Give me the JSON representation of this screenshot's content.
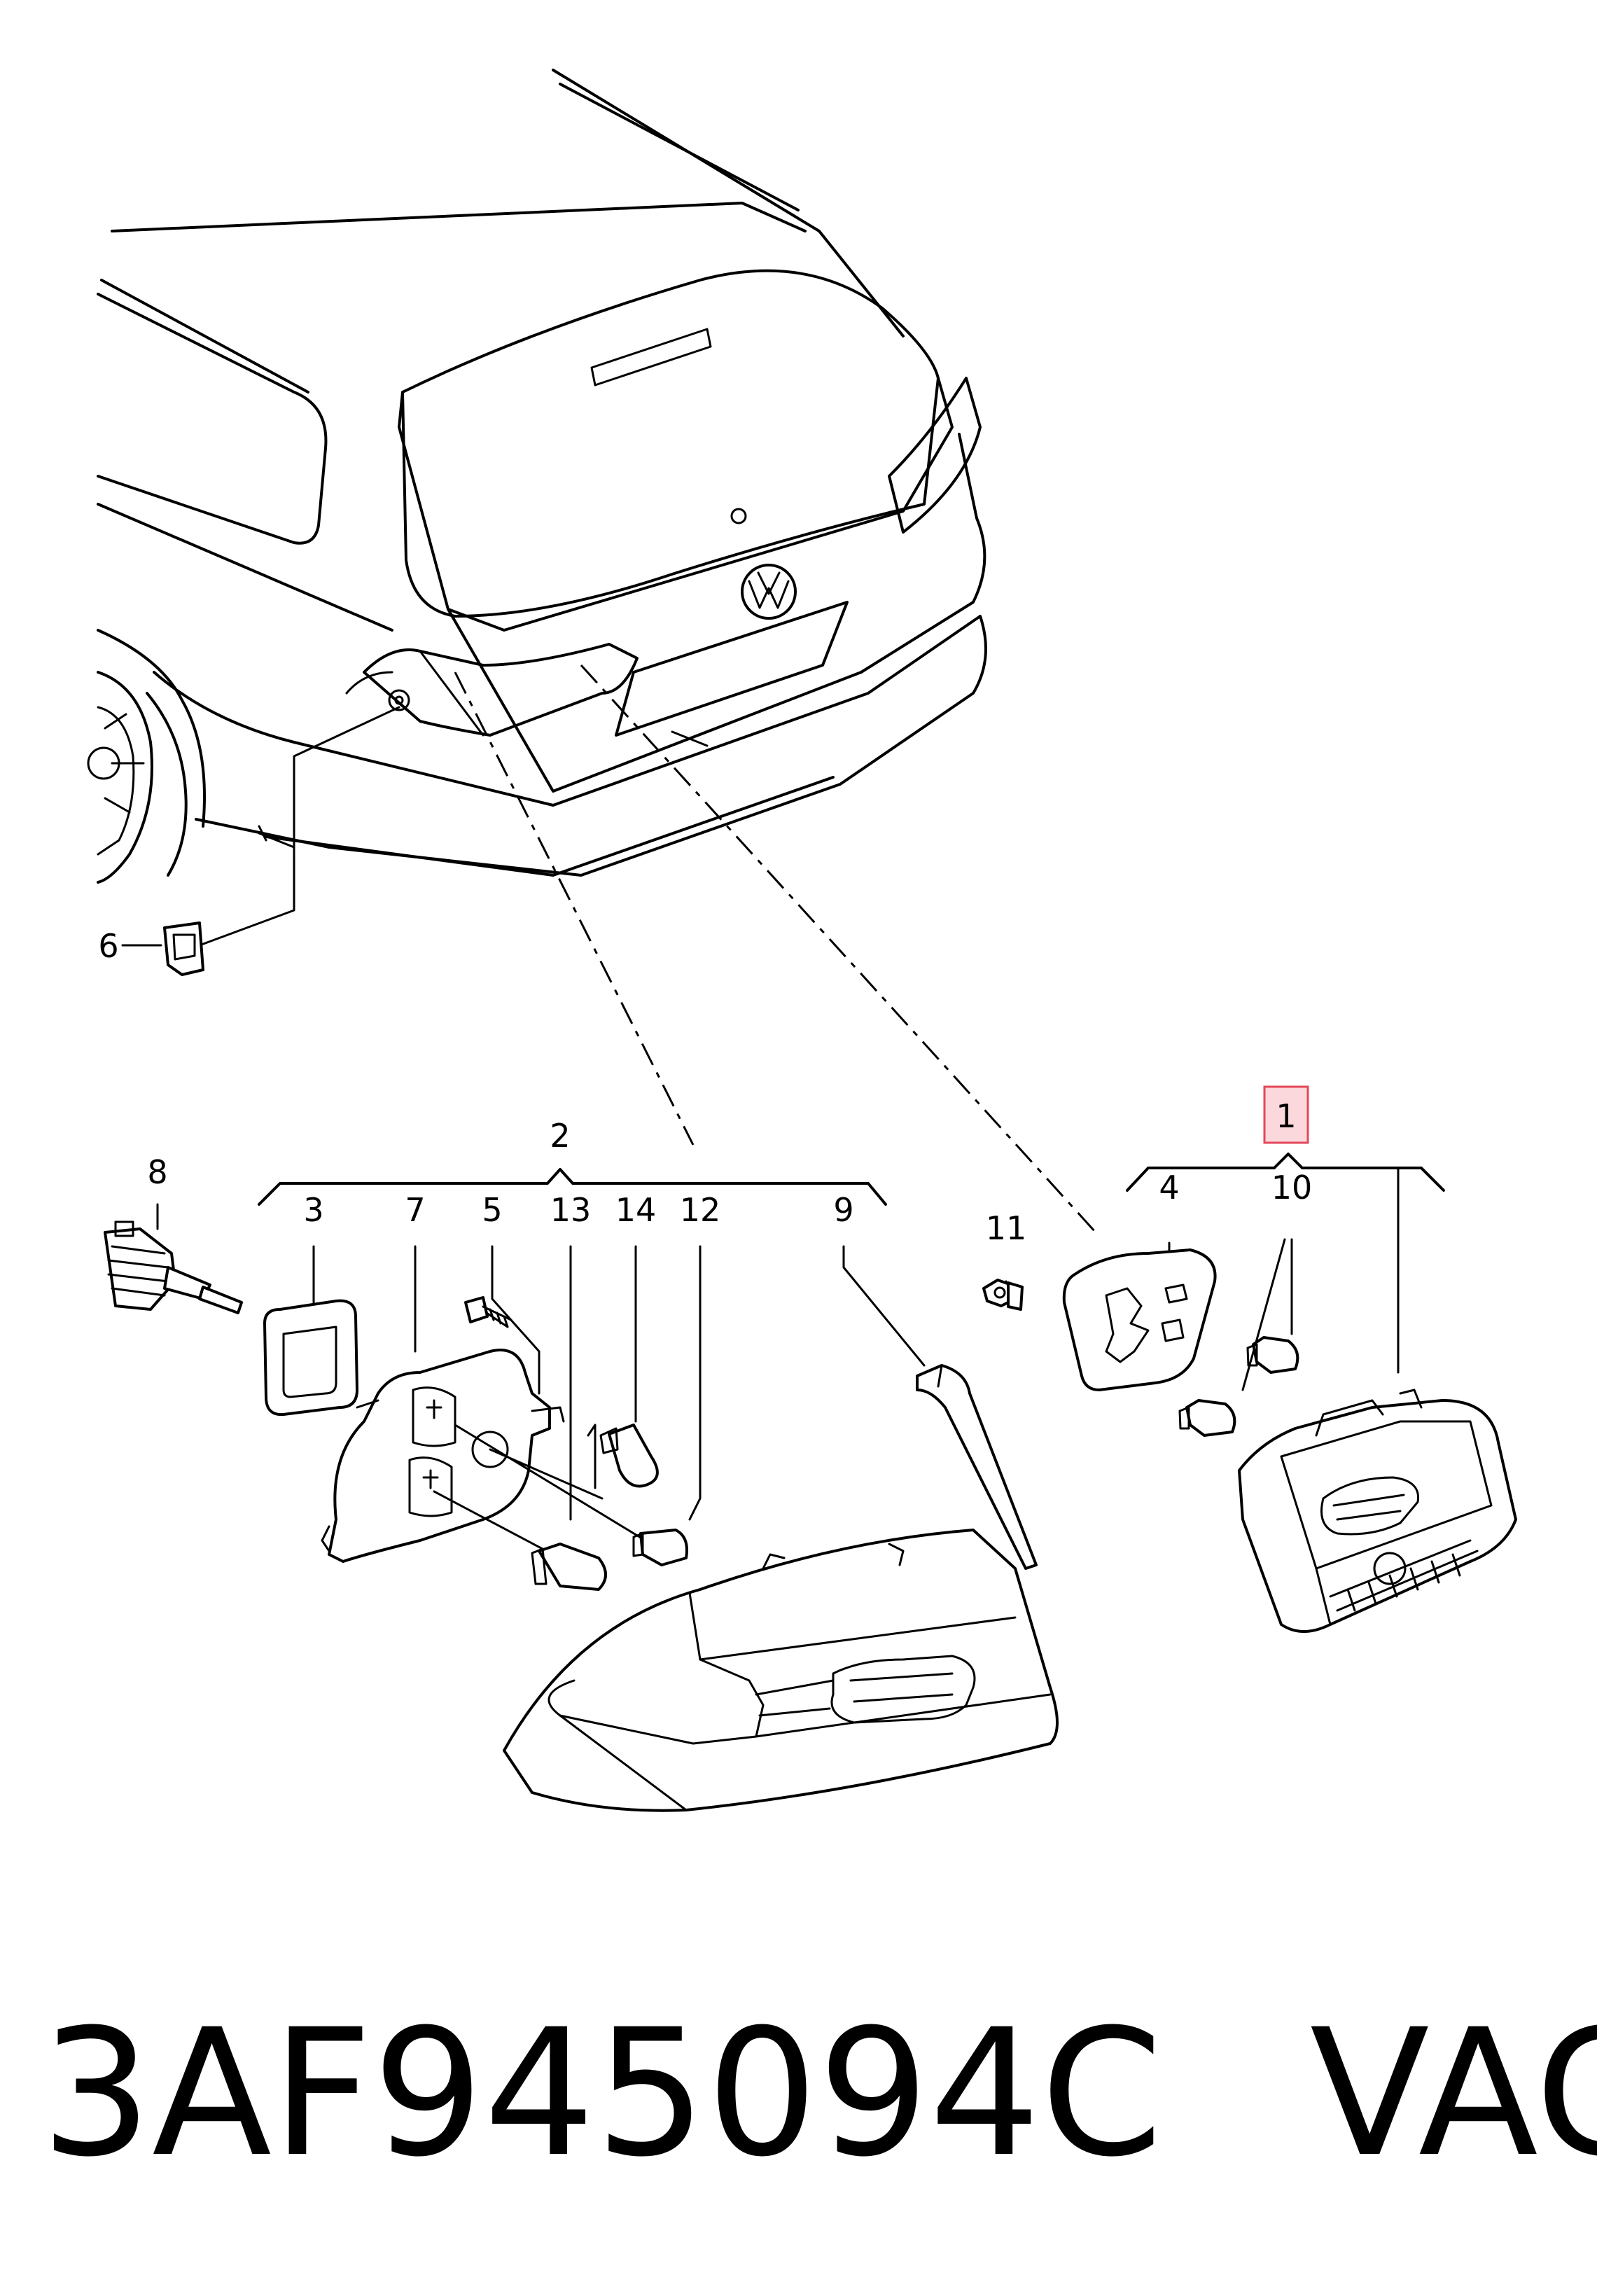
{
  "callouts": {
    "c1": "1",
    "c2": "2",
    "c3": "3",
    "c4": "4",
    "c5": "5",
    "c6": "6",
    "c7": "7",
    "c8": "8",
    "c9": "9",
    "c10": "10",
    "c11": "11",
    "c12": "12",
    "c13": "13",
    "c14": "14"
  },
  "highlight_color": "#fbd8dc",
  "caption": {
    "part_number": "3AF945094C",
    "brand": "VAG"
  }
}
